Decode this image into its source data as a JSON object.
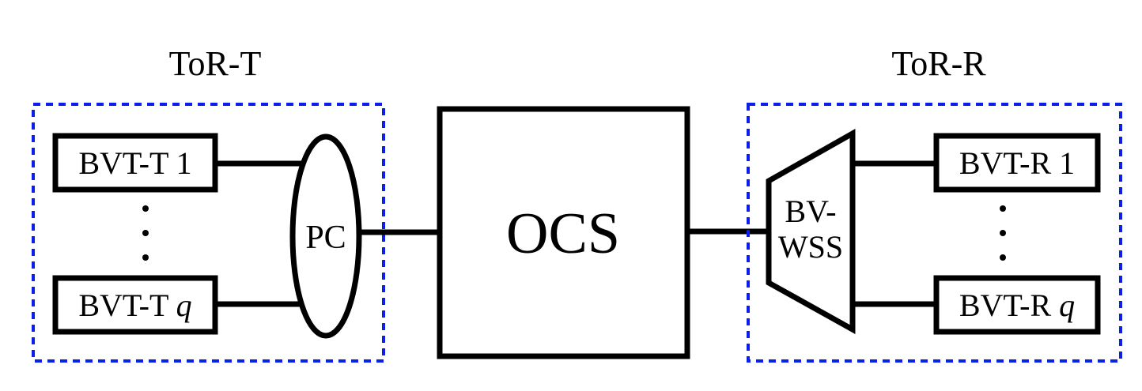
{
  "diagram": {
    "tor_t": {
      "title": "ToR-T",
      "transmitters": [
        {
          "prefix": "BVT-T ",
          "index": "1"
        },
        {
          "prefix": "BVT-T ",
          "index": "q"
        }
      ],
      "combiner": "PC"
    },
    "ocs": {
      "label": "OCS"
    },
    "tor_r": {
      "title": "ToR-R",
      "wss_lines": [
        "BV-",
        "WSS"
      ],
      "receivers": [
        {
          "prefix": "BVT-R ",
          "index": "1"
        },
        {
          "prefix": "BVT-R ",
          "index": "q"
        }
      ]
    }
  },
  "colors": {
    "group_border": "#0b1fe6",
    "stroke": "#000000",
    "background": "#ffffff"
  }
}
